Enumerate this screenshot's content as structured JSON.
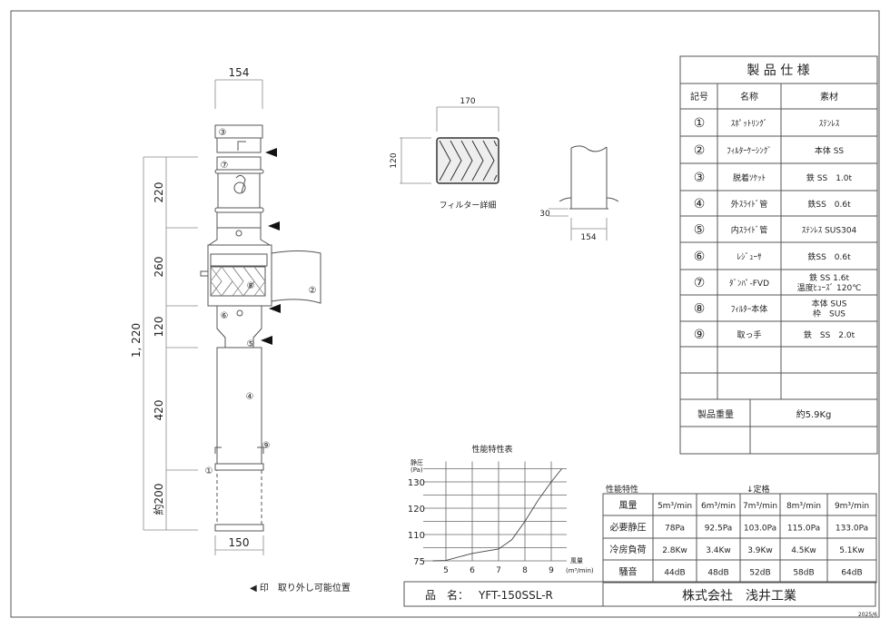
{
  "drawing": {
    "dim_top": "154",
    "dim_bottom": "150",
    "dim_total": "1, 220",
    "dim_segments": [
      "220",
      "260",
      "120",
      "420",
      "約200"
    ],
    "part_labels": [
      "①",
      "②",
      "③",
      "④",
      "⑤",
      "⑥",
      "⑦",
      "⑧",
      "⑨"
    ],
    "legend": "◀ 印　取り外し可能位置"
  },
  "filter_detail": {
    "width": "170",
    "height": "120",
    "caption": "フィルター詳細"
  },
  "side_detail": {
    "height": "30",
    "width": "154"
  },
  "spec_table": {
    "title": "製 品 仕 様",
    "headers": [
      "記号",
      "名称",
      "素材"
    ],
    "rows": [
      {
        "mark": "①",
        "name": "ｽﾎﾟｯﾄﾘﾝｸﾞ",
        "material": "ｽﾃﾝﾚｽ"
      },
      {
        "mark": "②",
        "name": "ﾌｨﾙﾀｰｹｰｼﾝｸﾞ",
        "material": "本体 SS"
      },
      {
        "mark": "③",
        "name": "脱着ｿｹｯﾄ",
        "material": "鉄 SS　1.0t"
      },
      {
        "mark": "④",
        "name": "外ｽﾗｲﾄﾞ管",
        "material": "鉄SS　0.6t"
      },
      {
        "mark": "⑤",
        "name": "内ｽﾗｲﾄﾞ管",
        "material": "ｽﾃﾝﾚｽ SUS304"
      },
      {
        "mark": "⑥",
        "name": "ﾚｼﾞｭｰｻ",
        "material": "鉄SS　0.6t"
      },
      {
        "mark": "⑦",
        "name": "ﾀﾞﾝﾊﾟ-FVD",
        "material": "鉄 SS 1.6t",
        "material2": "温度ﾋｭｰｽﾞ 120℃"
      },
      {
        "mark": "⑧",
        "name": "ﾌｨﾙﾀｰ本体",
        "material": "本体 SUS",
        "material2": "枠　SUS"
      },
      {
        "mark": "⑨",
        "name": "取っ手",
        "material": "鉄　SS　2.0t"
      }
    ],
    "weight_label": "製品重量",
    "weight_value": "約5.9Kg"
  },
  "performance": {
    "title": "性能特性",
    "rated_marker": "↓定格",
    "columns": [
      "5m³/min",
      "6m³/min",
      "7m³/min",
      "8m³/min",
      "9m³/min"
    ],
    "rows": [
      {
        "label": "風量",
        "values": [
          "5m³/min",
          "6m³/min",
          "7m³/min",
          "8m³/min",
          "9m³/min"
        ]
      },
      {
        "label": "必要静圧",
        "values": [
          "78Pa",
          "92.5Pa",
          "103.0Pa",
          "115.0Pa",
          "133.0Pa"
        ]
      },
      {
        "label": "冷房負荷",
        "values": [
          "2.8Kw",
          "3.4Kw",
          "3.9Kw",
          "4.5Kw",
          "5.1Kw"
        ]
      },
      {
        "label": "騒音",
        "values": [
          "44dB",
          "48dB",
          "52dB",
          "58dB",
          "64dB"
        ]
      }
    ]
  },
  "title_block": {
    "product_label": "品　名：",
    "product_name": "YFT-150SSL-R",
    "company": "株式会社　浅井工業",
    "date": "2025/6"
  },
  "chart_data": {
    "type": "line",
    "title": "性能特性表",
    "ylabel": "静圧",
    "ylabel_unit": "(Pa)",
    "xlabel": "風量",
    "xlabel_unit": "(m³/min)",
    "x_ticks": [
      5,
      6,
      7,
      8,
      9
    ],
    "y_ticks": [
      75,
      110,
      120,
      130
    ],
    "y_grid": [
      75,
      105,
      110,
      115,
      120,
      125,
      130,
      135
    ],
    "xlim": [
      4.5,
      9.6
    ],
    "grid": true,
    "series": [
      {
        "name": "静圧",
        "x": [
          4.5,
          5,
          6,
          7,
          7.5,
          8,
          8.5,
          9,
          9.4
        ],
        "y": [
          75,
          76,
          92,
          102,
          108,
          115,
          123,
          130,
          135
        ]
      }
    ]
  }
}
